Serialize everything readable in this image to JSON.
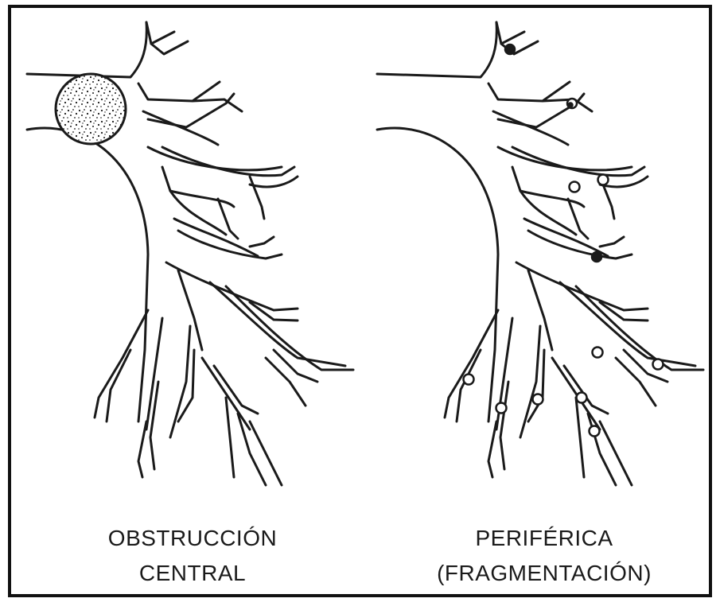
{
  "figure": {
    "left_panel": {
      "caption_line1": "OBSTRUCCIÓN",
      "caption_line2": "CENTRAL"
    },
    "right_panel": {
      "caption_line1": "PERIFÉRICA",
      "caption_line2": "(FRAGMENTACIÓN)"
    }
  },
  "colors": {
    "stroke": "#1a1a1a",
    "background": "#ffffff"
  }
}
